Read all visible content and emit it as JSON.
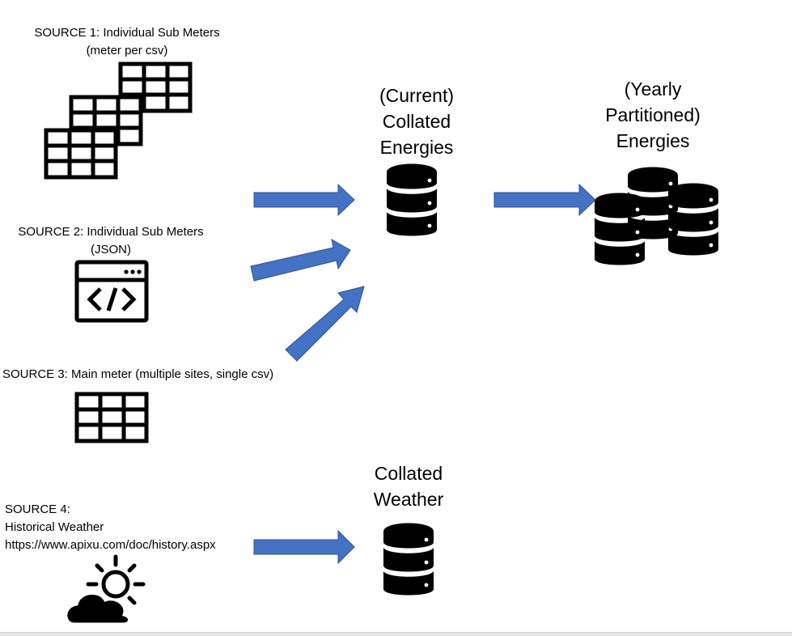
{
  "sources": [
    {
      "lines": [
        "SOURCE 1: Individual Sub Meters",
        "(meter per csv)"
      ],
      "icon": "spreadsheet-stack-icon"
    },
    {
      "lines": [
        "SOURCE 2: Individual Sub Meters",
        "(JSON)"
      ],
      "icon": "code-window-icon"
    },
    {
      "lines": [
        "SOURCE 3: Main meter (multiple sites, single csv)"
      ],
      "icon": "spreadsheet-icon"
    },
    {
      "lines": [
        "SOURCE 4:",
        "Historical Weather",
        "https://www.apixu.com/doc/history.aspx"
      ],
      "icon": "partly-cloudy-icon"
    }
  ],
  "targets": {
    "collated_energies": {
      "lines": [
        "(Current)",
        "Collated",
        "Energies"
      ],
      "icon": "database-icon"
    },
    "partitioned_energies": {
      "lines": [
        "(Yearly",
        "Partitioned)",
        "Energies"
      ],
      "icon": "database-stack-icon"
    },
    "collated_weather": {
      "lines": [
        "Collated",
        "Weather"
      ],
      "icon": "database-icon"
    }
  },
  "colors": {
    "arrow_fill": "#4472c4",
    "arrow_stroke": "#2f528f",
    "icon": "#000000",
    "background": "#ffffff"
  }
}
